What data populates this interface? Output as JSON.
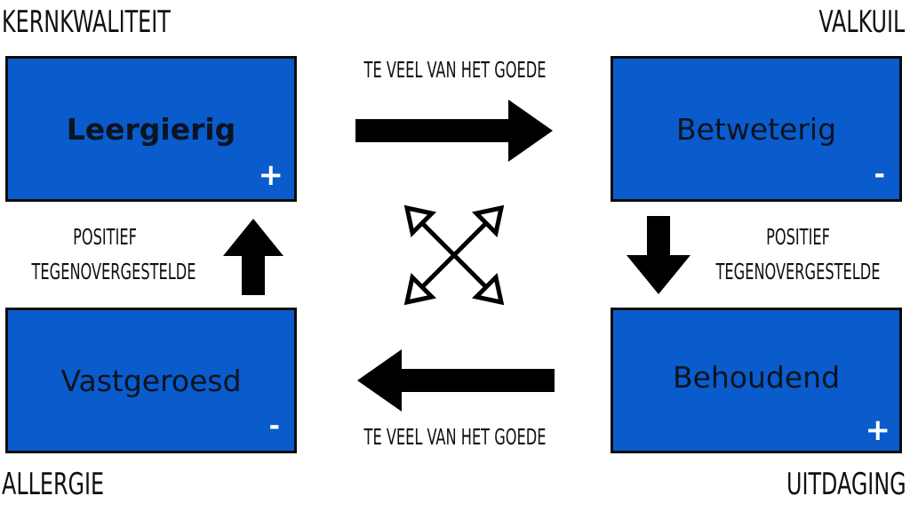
{
  "corners": {
    "top_left": "KERNKWALITEIT",
    "top_right": "VALKUIL",
    "bottom_left": "ALLERGIE",
    "bottom_right": "UITDAGING"
  },
  "boxes": {
    "top_left": {
      "label": "Leergierig",
      "sign": "+"
    },
    "top_right": {
      "label": "Betweterig",
      "sign": "-"
    },
    "bottom_left": {
      "label": "Vastgeroesd",
      "sign": "-"
    },
    "bottom_right": {
      "label": "Behoudend",
      "sign": "+"
    }
  },
  "arrow_labels": {
    "top": "TE VEEL VAN HET GOEDE",
    "bottom": "TE VEEL VAN HET GOEDE",
    "left_line1": "POSITIEF",
    "left_line2": "TEGENOVERGESTELDE",
    "right_line1": "POSITIEF",
    "right_line2": "TEGENOVERGESTELDE"
  },
  "colors": {
    "box_fill": "#0a5bcc",
    "box_border": "#0a0a0a",
    "arrow": "#000000",
    "sign": "#ffffff"
  },
  "icons": {
    "right_arrow": "arrow-right",
    "left_arrow": "arrow-left",
    "up_arrow": "arrow-up",
    "down_arrow": "arrow-down",
    "center": "cross-arrows"
  }
}
